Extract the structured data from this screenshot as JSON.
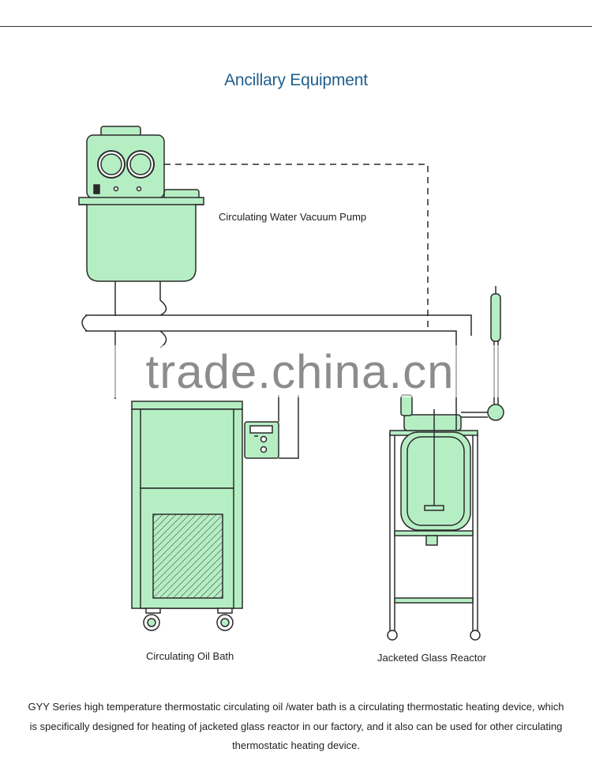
{
  "title": "Ancillary Equipment",
  "labels": {
    "pump": "Circulating Water Vacuum Pump",
    "oil_bath": "Circulating Oil Bath",
    "reactor": "Jacketed Glass Reactor"
  },
  "watermark": "trade.china.cn",
  "description": "GYY Series high temperature thermostatic circulating oil /water bath is a circulating thermostatic heating device, which is specifically designed for heating of jacketed glass reactor in our factory, and it also can be used for other circulating thermostatic heating device.",
  "colors": {
    "equipment_fill": "#b6eec4",
    "outline": "#2b2b2b",
    "title": "#1f5f8f"
  }
}
